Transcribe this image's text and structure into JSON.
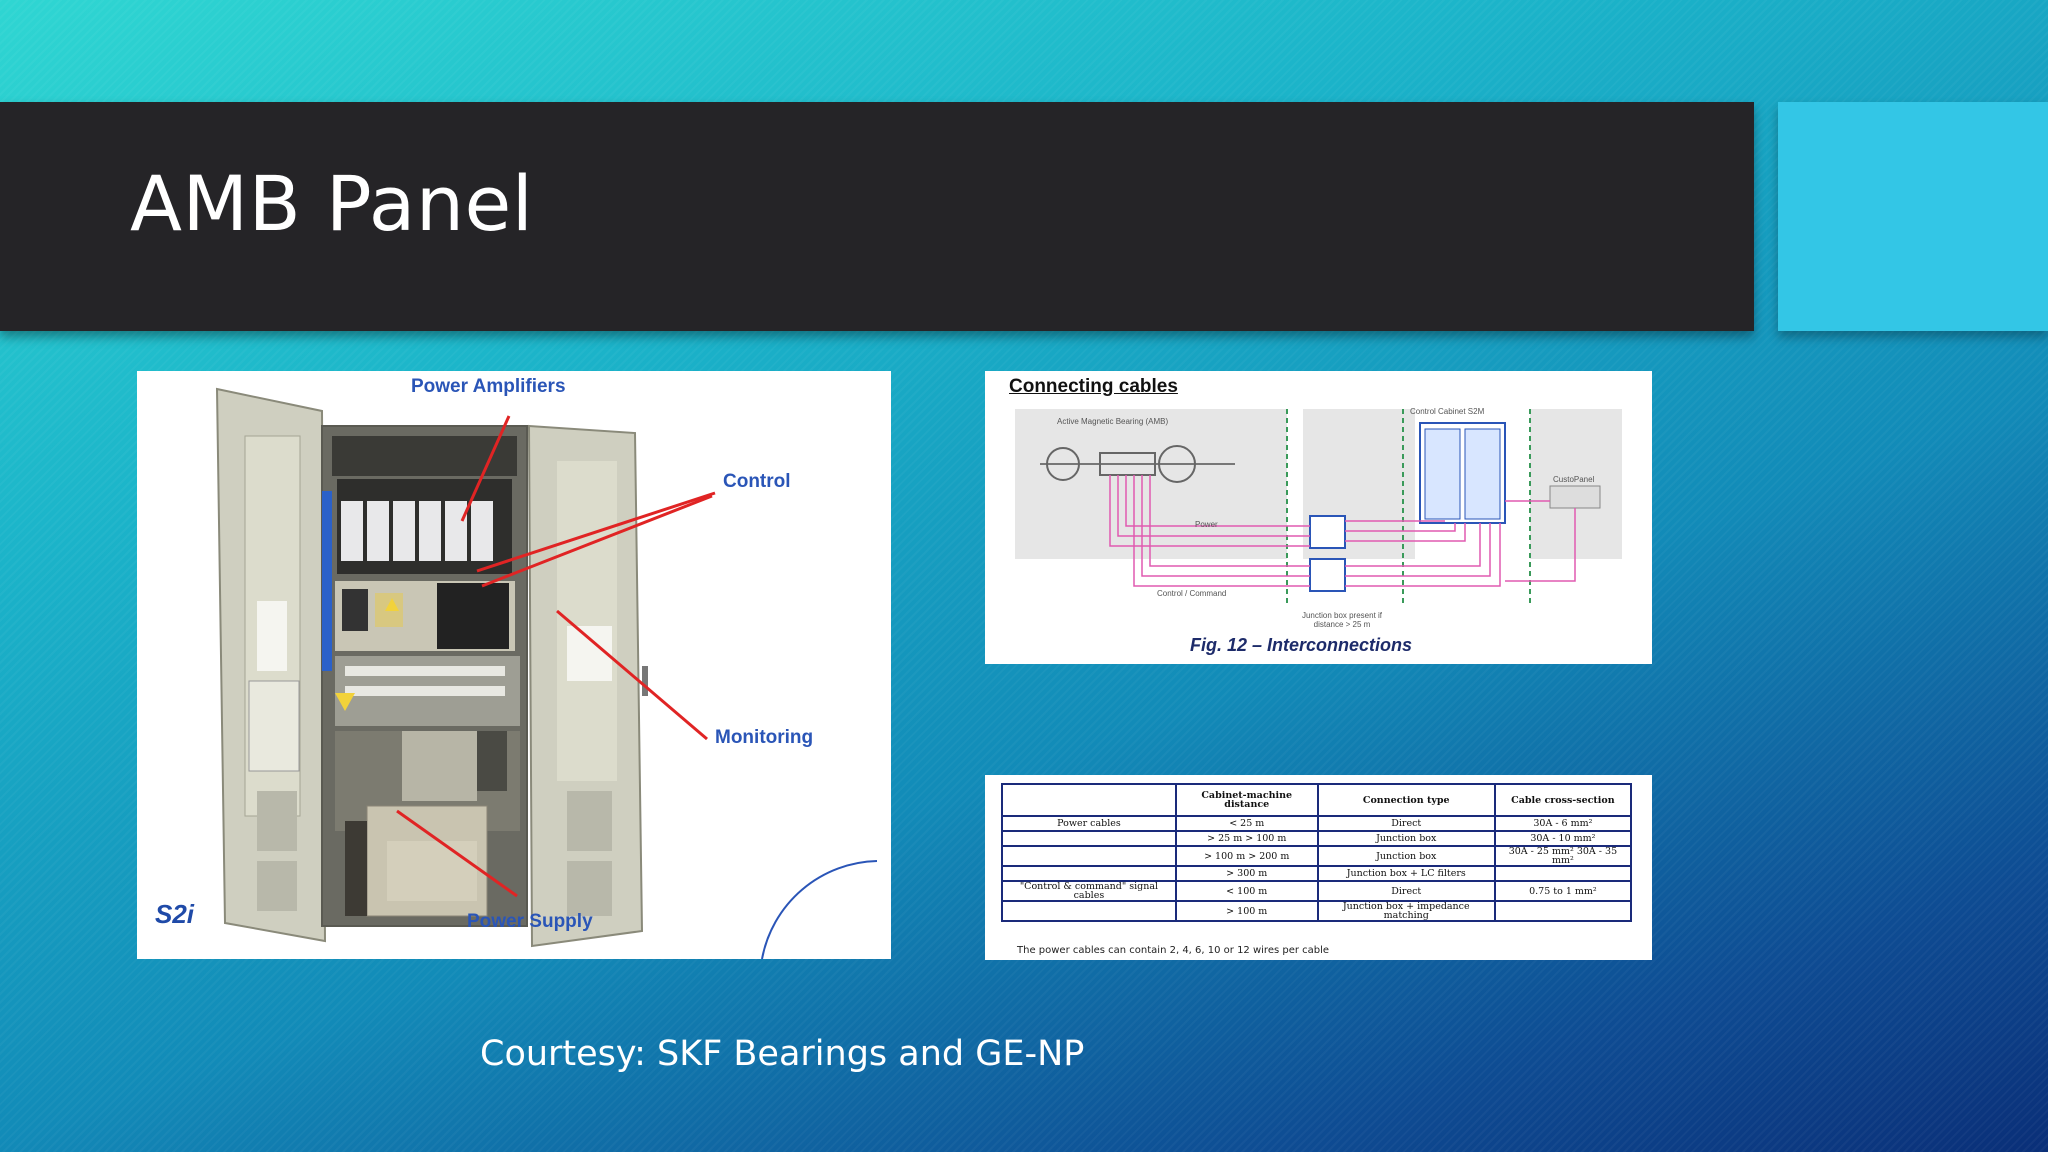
{
  "slide": {
    "title": "AMB Panel",
    "courtesy": "Courtesy: SKF Bearings and GE-NP"
  },
  "photo": {
    "callouts": {
      "power_amplifiers": "Power Amplifiers",
      "control": "Control",
      "monitoring": "Monitoring",
      "power_supply": "Power Supply"
    },
    "logo": "S2i"
  },
  "diagram": {
    "title": "Connecting cables",
    "caption": "Fig. 12 – Interconnections",
    "labels": {
      "amb": "Active Magnetic Bearing (AMB)",
      "cabinet": "Control Cabinet S2M",
      "power": "Power",
      "control_command": "Control / Command",
      "junction": "Junction box present if distance > 25 m",
      "custopanel": "CustoPanel"
    }
  },
  "table": {
    "headers": [
      "",
      "Cabinet-machine distance",
      "Connection type",
      "Cable cross-section"
    ],
    "rows": [
      [
        "Power cables",
        "< 25 m",
        "Direct",
        "30A - 6 mm²"
      ],
      [
        "",
        "> 25 m > 100 m",
        "Junction box",
        "30A - 10 mm²"
      ],
      [
        "",
        "> 100 m > 200 m",
        "Junction box",
        "30A - 25 mm² 30A - 35 mm²"
      ],
      [
        "",
        "> 300 m",
        "Junction box + LC filters",
        ""
      ],
      [
        "\"Control & command\" signal cables",
        "< 100 m",
        "Direct",
        "0.75 to 1 mm²"
      ],
      [
        "",
        "> 100 m",
        "Junction box + impedance matching",
        ""
      ]
    ],
    "note": "The power cables can contain 2, 4, 6, 10 or 12 wires per cable"
  },
  "colors": {
    "title_bar": "#252427",
    "accent": "#33c6e6",
    "callout_text": "#2a55b7",
    "arrow": "#e02424",
    "table_border": "#1a2a7a"
  }
}
